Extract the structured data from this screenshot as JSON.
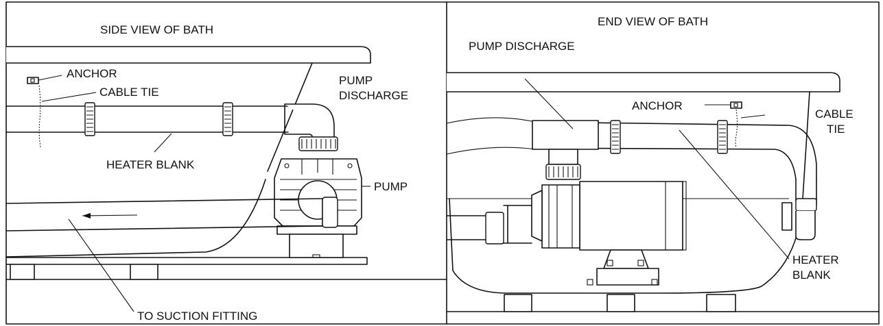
{
  "side_view": {
    "title": "SIDE VIEW OF BATH",
    "labels": {
      "anchor": "ANCHOR",
      "cable_tie": "CABLE TIE",
      "pump_discharge_1": "PUMP",
      "pump_discharge_2": "DISCHARGE",
      "heater_blank": "HEATER BLANK",
      "pump": "PUMP",
      "suction": "TO SUCTION FITTING"
    }
  },
  "end_view": {
    "title": "END VIEW OF BATH",
    "labels": {
      "pump_discharge": "PUMP DISCHARGE",
      "anchor": "ANCHOR",
      "cable_tie_1": "CABLE",
      "cable_tie_2": "TIE",
      "heater_blank_1": "HEATER",
      "heater_blank_2": "BLANK"
    }
  }
}
